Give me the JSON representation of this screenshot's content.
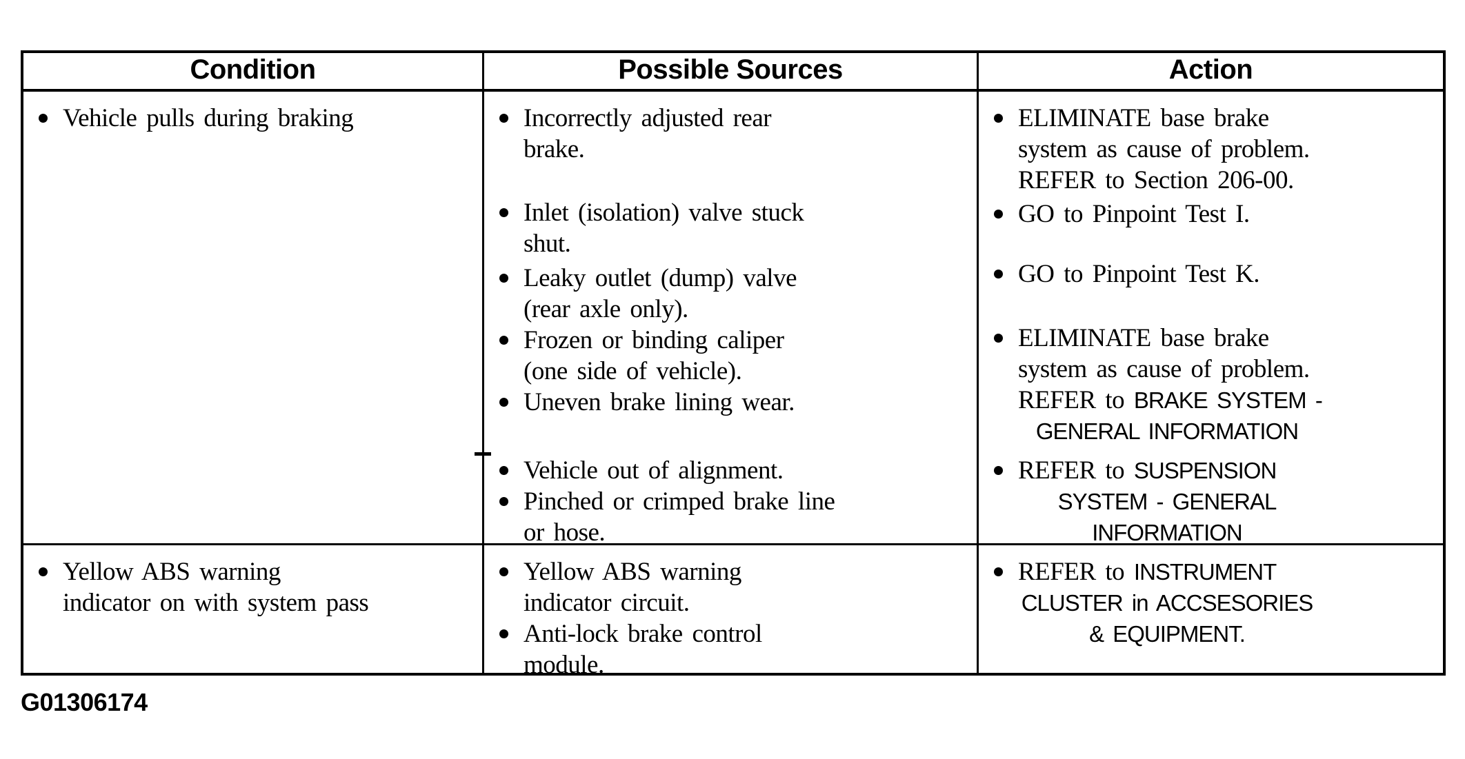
{
  "figure_id": "G01306174",
  "colors": {
    "ink": "#000000",
    "paper": "#ffffff"
  },
  "table": {
    "headers": [
      "Condition",
      "Possible Sources",
      "Action"
    ],
    "rows": [
      {
        "cells": [
          {
            "items": [
              {
                "gap": 0,
                "lines": [
                  {
                    "segs": [
                      {
                        "t": "Vehicle pulls during braking"
                      }
                    ]
                  }
                ]
              }
            ]
          },
          {
            "items": [
              {
                "gap": 0,
                "lines": [
                  {
                    "segs": [
                      {
                        "t": "Incorrectly adjusted rear"
                      }
                    ]
                  },
                  {
                    "segs": [
                      {
                        "t": "brake."
                      }
                    ]
                  }
                ]
              },
              {
                "gap": 47,
                "lines": [
                  {
                    "segs": [
                      {
                        "t": "Inlet (isolation) valve stuck"
                      }
                    ]
                  },
                  {
                    "segs": [
                      {
                        "t": "shut."
                      }
                    ]
                  }
                ]
              },
              {
                "gap": 5,
                "lines": [
                  {
                    "segs": [
                      {
                        "t": "Leaky outlet (dump) valve"
                      }
                    ]
                  },
                  {
                    "segs": [
                      {
                        "t": "(rear axle only)."
                      }
                    ]
                  }
                ]
              },
              {
                "gap": 0,
                "lines": [
                  {
                    "segs": [
                      {
                        "t": "Frozen or binding caliper"
                      }
                    ]
                  },
                  {
                    "segs": [
                      {
                        "t": "(one side of vehicle)."
                      }
                    ]
                  }
                ]
              },
              {
                "gap": 0,
                "lines": [
                  {
                    "segs": [
                      {
                        "t": "Uneven brake lining wear."
                      }
                    ]
                  }
                ]
              },
              {
                "gap": 54,
                "lines": [
                  {
                    "segs": [
                      {
                        "t": "Vehicle out of alignment."
                      }
                    ]
                  }
                ]
              },
              {
                "gap": 0,
                "lines": [
                  {
                    "segs": [
                      {
                        "t": "Pinched or crimped brake line"
                      }
                    ]
                  },
                  {
                    "segs": [
                      {
                        "t": "or hose."
                      }
                    ]
                  }
                ]
              }
            ]
          },
          {
            "items": [
              {
                "gap": 0,
                "lines": [
                  {
                    "segs": [
                      {
                        "t": "ELIMINATE base brake"
                      }
                    ]
                  },
                  {
                    "segs": [
                      {
                        "t": "system as cause of problem."
                      }
                    ]
                  },
                  {
                    "segs": [
                      {
                        "t": "REFER to Section 206-00."
                      }
                    ]
                  }
                ]
              },
              {
                "gap": 4,
                "lines": [
                  {
                    "segs": [
                      {
                        "t": "GO to Pinpoint Test I."
                      }
                    ]
                  }
                ]
              },
              {
                "gap": 42,
                "lines": [
                  {
                    "segs": [
                      {
                        "t": "GO to Pinpoint Test K."
                      }
                    ]
                  }
                ]
              },
              {
                "gap": 48,
                "lines": [
                  {
                    "segs": [
                      {
                        "t": "ELIMINATE base brake"
                      }
                    ]
                  },
                  {
                    "segs": [
                      {
                        "t": "system as cause of problem."
                      }
                    ]
                  },
                  {
                    "segs": [
                      {
                        "t": "REFER to "
                      },
                      {
                        "t": "BRAKE SYSTEM -",
                        "sans": true
                      }
                    ]
                  },
                  {
                    "center": true,
                    "segs": [
                      {
                        "t": "GENERAL INFORMATION",
                        "sans": true
                      }
                    ]
                  }
                ]
              },
              {
                "gap": 12,
                "lines": [
                  {
                    "segs": [
                      {
                        "t": "REFER to "
                      },
                      {
                        "t": "SUSPENSION",
                        "sans": true
                      }
                    ]
                  },
                  {
                    "center": true,
                    "segs": [
                      {
                        "t": "SYSTEM - GENERAL",
                        "sans": true
                      }
                    ]
                  },
                  {
                    "center": true,
                    "segs": [
                      {
                        "t": "INFORMATION",
                        "sans": true
                      }
                    ]
                  }
                ]
              }
            ]
          }
        ]
      },
      {
        "cells": [
          {
            "items": [
              {
                "gap": 0,
                "lines": [
                  {
                    "segs": [
                      {
                        "t": "Yellow ABS warning"
                      }
                    ]
                  },
                  {
                    "segs": [
                      {
                        "t": "indicator on with system pass"
                      }
                    ]
                  }
                ]
              }
            ]
          },
          {
            "items": [
              {
                "gap": 0,
                "lines": [
                  {
                    "segs": [
                      {
                        "t": "Yellow ABS warning"
                      }
                    ]
                  },
                  {
                    "segs": [
                      {
                        "t": "indicator circuit."
                      }
                    ]
                  }
                ]
              },
              {
                "gap": 0,
                "lines": [
                  {
                    "segs": [
                      {
                        "t": "Anti-lock brake control"
                      }
                    ]
                  },
                  {
                    "segs": [
                      {
                        "t": "module."
                      }
                    ]
                  }
                ]
              }
            ]
          },
          {
            "items": [
              {
                "gap": 0,
                "lines": [
                  {
                    "segs": [
                      {
                        "t": "REFER to "
                      },
                      {
                        "t": "INSTRUMENT",
                        "sans": true
                      }
                    ]
                  },
                  {
                    "center": true,
                    "segs": [
                      {
                        "t": "CLUSTER in ACCSESORIES",
                        "sans": true
                      }
                    ]
                  },
                  {
                    "center": true,
                    "segs": [
                      {
                        "t": "& EQUIPMENT.",
                        "sans": true
                      }
                    ]
                  }
                ]
              }
            ]
          }
        ]
      }
    ]
  }
}
